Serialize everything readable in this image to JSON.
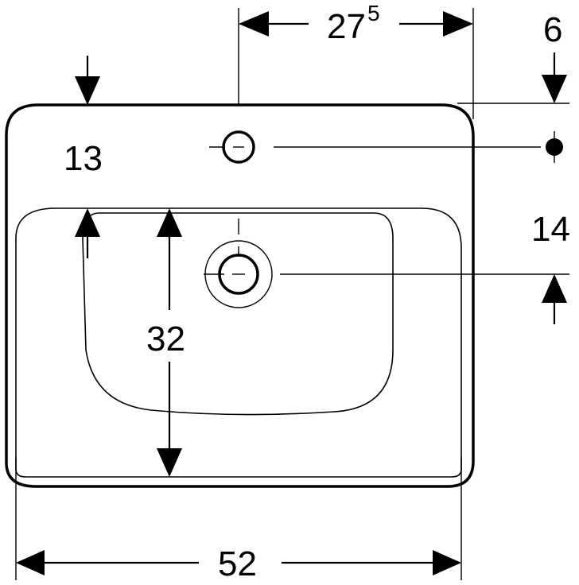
{
  "diagram": {
    "dimensions": {
      "hole_offset_main": "27",
      "hole_offset_sup": "5",
      "top_to_hole": "6",
      "rim_width_left": "13",
      "hole_to_drain": "14",
      "bowl_depth": "32",
      "overall_width": "52"
    }
  }
}
